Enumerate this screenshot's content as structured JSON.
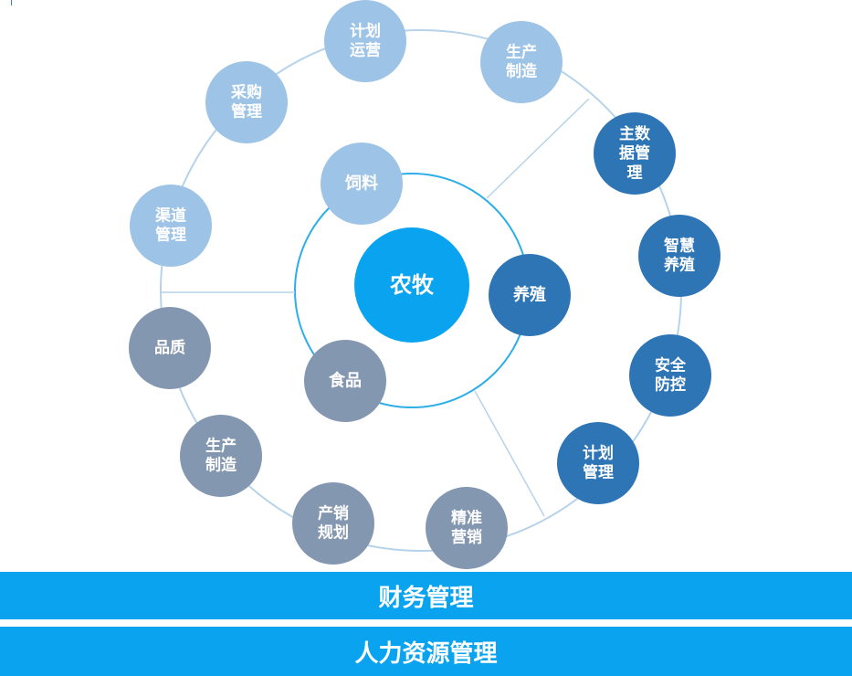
{
  "colors": {
    "light_blue": "#9dc3e6",
    "dark_blue": "#2e75b6",
    "gray": "#8497b0",
    "center": "#0aa3f0",
    "ring_line": "#b6d3ea",
    "inner_ring": "#2eaee8",
    "band": "#0aa3f0"
  },
  "center": {
    "label": "农牧"
  },
  "inner_nodes": [
    {
      "id": "feed",
      "lines": [
        "饲料"
      ],
      "color": "light_blue"
    },
    {
      "id": "breeding",
      "lines": [
        "养殖"
      ],
      "color": "dark_blue"
    },
    {
      "id": "food",
      "lines": [
        "食品"
      ],
      "color": "gray"
    }
  ],
  "outer_nodes": [
    {
      "id": "plan-ops",
      "lines": [
        "计划",
        "运营"
      ],
      "color": "light_blue"
    },
    {
      "id": "production-top",
      "lines": [
        "生产",
        "制造"
      ],
      "color": "light_blue"
    },
    {
      "id": "master-data",
      "lines": [
        "主数",
        "据管",
        "理"
      ],
      "color": "dark_blue"
    },
    {
      "id": "smart-breeding",
      "lines": [
        "智慧",
        "养殖"
      ],
      "color": "dark_blue"
    },
    {
      "id": "safety",
      "lines": [
        "安全",
        "防控"
      ],
      "color": "dark_blue"
    },
    {
      "id": "plan-mgmt",
      "lines": [
        "计划",
        "管理"
      ],
      "color": "dark_blue"
    },
    {
      "id": "precision-marketing",
      "lines": [
        "精准",
        "营销"
      ],
      "color": "gray"
    },
    {
      "id": "prod-sales-plan",
      "lines": [
        "产销",
        "规划"
      ],
      "color": "gray"
    },
    {
      "id": "production-bottom",
      "lines": [
        "生产",
        "制造"
      ],
      "color": "gray"
    },
    {
      "id": "quality",
      "lines": [
        "品质"
      ],
      "color": "gray"
    },
    {
      "id": "channel",
      "lines": [
        "渠道",
        "管理"
      ],
      "color": "light_blue"
    },
    {
      "id": "purchasing",
      "lines": [
        "采购",
        "管理"
      ],
      "color": "light_blue"
    }
  ],
  "bands": {
    "finance": "财务管理",
    "hr": "人力资源管理"
  }
}
